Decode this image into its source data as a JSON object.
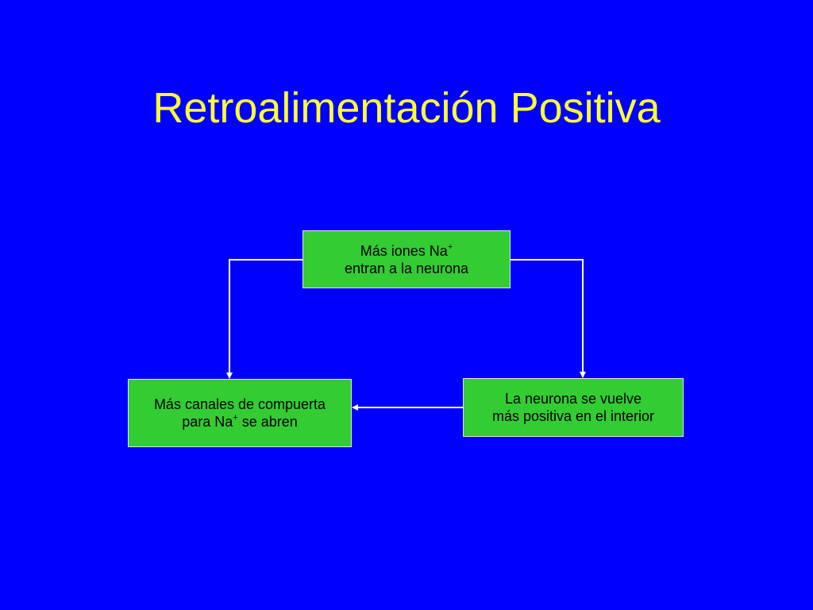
{
  "title": "Retroalimentación Positiva",
  "nodes": {
    "top": {
      "line1": "Más iones  Na",
      "line1_sup": "+",
      "line2": "entran a la neurona"
    },
    "right": {
      "line1": "La neurona se vuelve",
      "line2": "más positiva en el interior"
    },
    "left": {
      "line1": "Más canales de compuerta",
      "line2_pre": "para Na",
      "line2_sup": "+",
      "line2_post": " se abren"
    }
  },
  "colors": {
    "background": "#0000FF",
    "title": "#FFFF33",
    "box_fill": "#33CC33",
    "box_text": "#000000",
    "arrow": "#FFFFFF"
  }
}
